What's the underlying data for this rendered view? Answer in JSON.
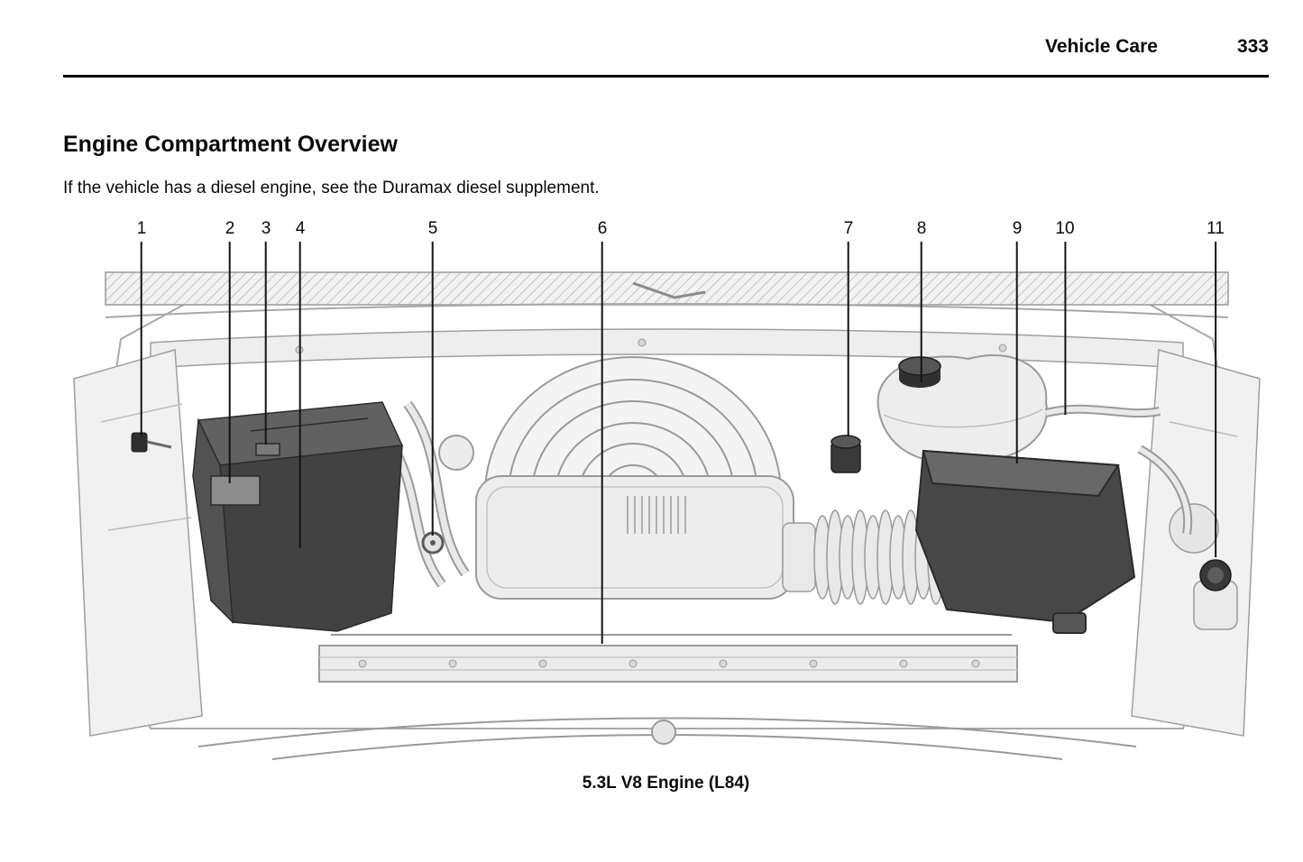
{
  "header": {
    "section_title": "Vehicle Care",
    "page_number": "333"
  },
  "section": {
    "heading": "Engine Compartment Overview",
    "intro": "If the vehicle has a diesel engine, see the Duramax diesel supplement."
  },
  "figure": {
    "caption": "5.3L V8 Engine (L84)",
    "callouts": [
      {
        "number": "1"
      },
      {
        "number": "2"
      },
      {
        "number": "3"
      },
      {
        "number": "4"
      },
      {
        "number": "5"
      },
      {
        "number": "6"
      },
      {
        "number": "7"
      },
      {
        "number": "8"
      },
      {
        "number": "9"
      },
      {
        "number": "10"
      },
      {
        "number": "11"
      }
    ]
  },
  "colors": {
    "text": "#0a0a0a",
    "rule": "#000000",
    "line_art": "#9a9a9a",
    "dark_component": "#3f3f3f"
  }
}
